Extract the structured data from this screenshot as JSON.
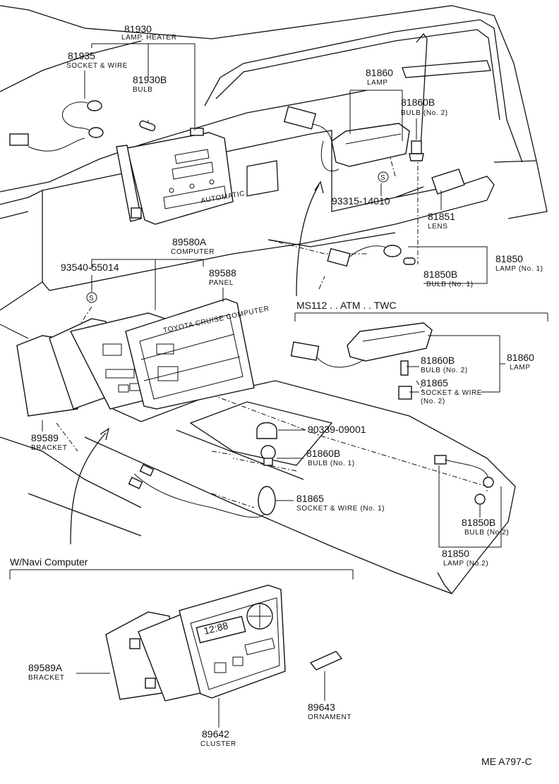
{
  "parts": {
    "p81930": {
      "number": "81930",
      "name": "LAMP, HEATER"
    },
    "p81935": {
      "number": "81935",
      "name": "SOCKET & WIRE"
    },
    "p81930b": {
      "number": "81930B",
      "name": "BULB"
    },
    "p81860_top": {
      "number": "81860",
      "name": "LAMP"
    },
    "p81860b_top": {
      "number": "81860B",
      "name": "BULB (No. 2)"
    },
    "p93315": {
      "number": "93315-14010"
    },
    "p81851": {
      "number": "81851",
      "name": "LENS"
    },
    "p89580a": {
      "number": "89580A",
      "name": "COMPUTER"
    },
    "p93540": {
      "number": "93540-55014"
    },
    "p89588": {
      "number": "89588",
      "name": "PANEL"
    },
    "p81850_no1": {
      "number": "81850",
      "name": "LAMP (No. 1)"
    },
    "p81850b_no1": {
      "number": "81850B",
      "name": "BULB (No. 1)"
    },
    "p81860b_mid": {
      "number": "81860B",
      "name": "BULB (No. 2)"
    },
    "p81860_mid": {
      "number": "81860",
      "name": "LAMP"
    },
    "p81865_mid": {
      "number": "81865",
      "name": "SOCKET & WIRE",
      "name2": "(No. 2)"
    },
    "p89589": {
      "number": "89589",
      "name": "BRACKET"
    },
    "p90339": {
      "number": "90339-09001"
    },
    "p81860b_no1": {
      "number": "81860B",
      "name": "BULB (No. 1)"
    },
    "p81865_no1": {
      "number": "81865",
      "name": "SOCKET & WIRE (No. 1)"
    },
    "p81850b_no2": {
      "number": "81850B",
      "name": "BULB (No.2)"
    },
    "p81850_no2": {
      "number": "81850",
      "name": "LAMP (No.2)"
    },
    "p89589a": {
      "number": "89589A",
      "name": "BRACKET"
    },
    "p89643": {
      "number": "89643",
      "name": "ORNAMENT"
    },
    "p89642": {
      "number": "89642",
      "name": "CLUSTER"
    }
  },
  "sections": {
    "ms112": "MS112 . . ATM . . TWC",
    "navi": "W/Navi Computer"
  },
  "ref_code": "ME  A797-C",
  "panel_labels": {
    "heater_auto": "AUTOMATIC",
    "computer_header": "TOYOTA CRUISE COMPUTER",
    "clock_readout": "12:88"
  },
  "marker_symbol": "S"
}
